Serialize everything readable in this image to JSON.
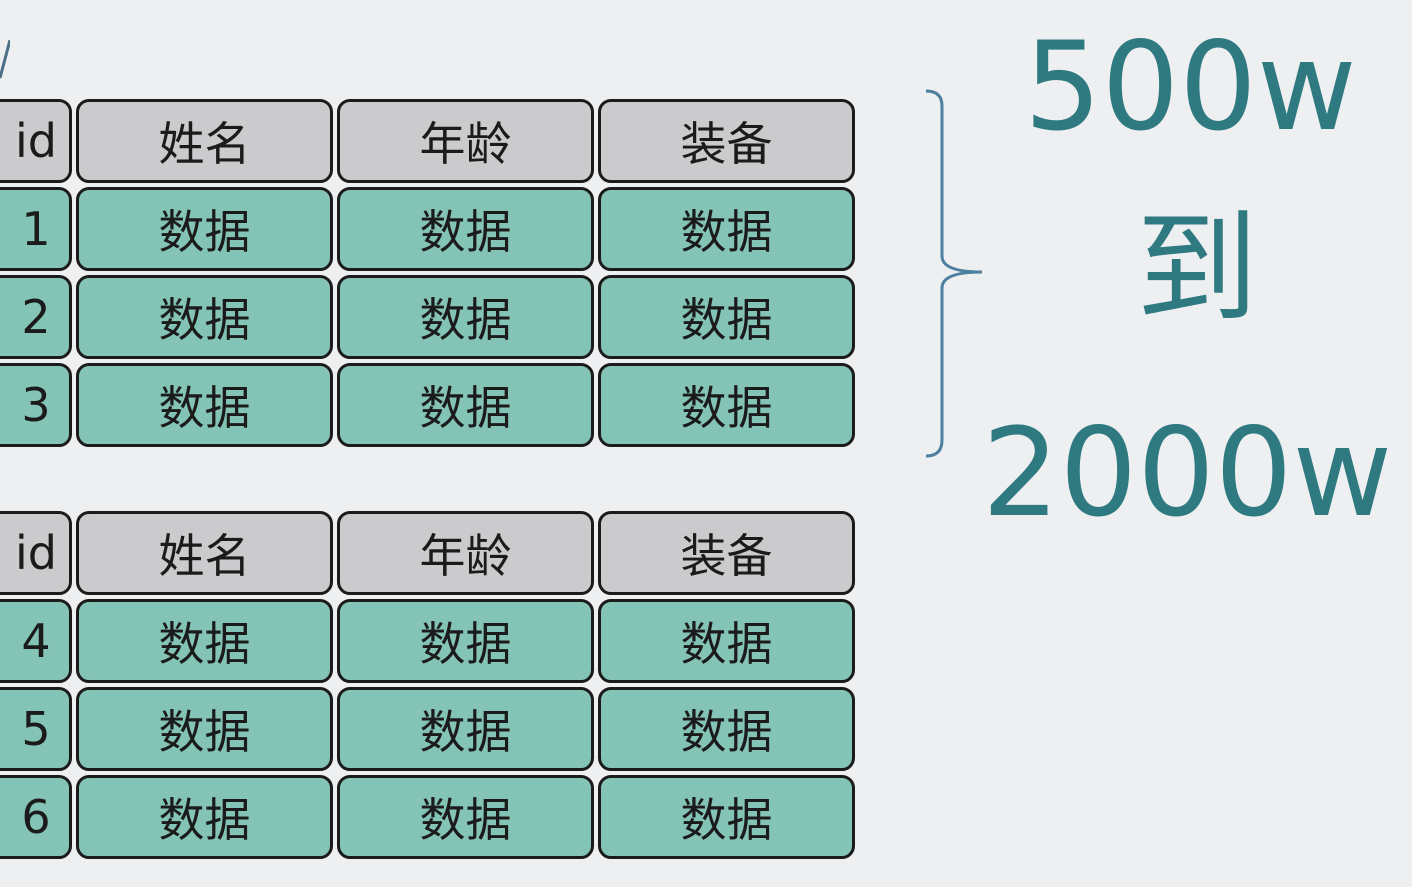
{
  "tables": [
    {
      "header": [
        "id",
        "姓名",
        "年龄",
        "装备"
      ],
      "rows": [
        [
          "1",
          "数据",
          "数据",
          "数据"
        ],
        [
          "2",
          "数据",
          "数据",
          "数据"
        ],
        [
          "3",
          "数据",
          "数据",
          "数据"
        ]
      ]
    },
    {
      "header": [
        "id",
        "姓名",
        "年龄",
        "装备"
      ],
      "rows": [
        [
          "4",
          "数据",
          "数据",
          "数据"
        ],
        [
          "5",
          "数据",
          "数据",
          "数据"
        ],
        [
          "6",
          "数据",
          "数据",
          "数据"
        ]
      ]
    }
  ],
  "range_label": {
    "from": "500w",
    "connector": "到",
    "to": "2000w"
  },
  "colors": {
    "header_fill": "#cbcacd",
    "data_fill": "#84c4b6",
    "accent_text": "#2e7a80",
    "background": "#eeeff1"
  }
}
